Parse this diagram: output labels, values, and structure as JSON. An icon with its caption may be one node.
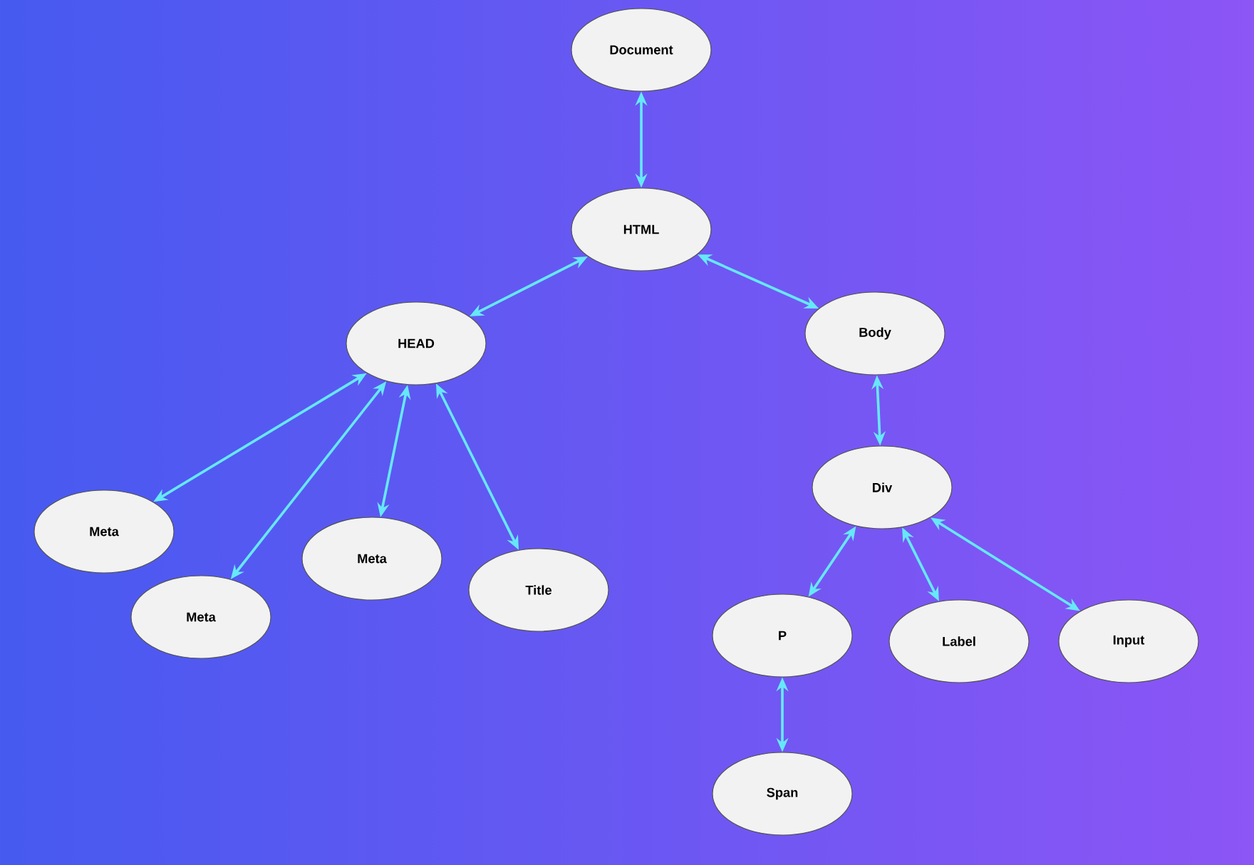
{
  "diagram": {
    "nodes": [
      {
        "text": [
          "Document"
        ]
      },
      {
        "text": [
          "HTML"
        ]
      },
      {
        "text": [
          "HEAD"
        ]
      },
      {
        "text": [
          "Body"
        ]
      },
      {
        "text": [
          "Meta"
        ]
      },
      {
        "text": [
          "Meta"
        ]
      },
      {
        "text": [
          "Meta"
        ]
      },
      {
        "text": [
          "Title"
        ]
      },
      {
        "text": [
          "Div"
        ]
      },
      {
        "text": [
          "P"
        ]
      },
      {
        "text": [
          "Label"
        ]
      },
      {
        "text": [
          "Input"
        ]
      },
      {
        "text": [
          "Span"
        ]
      }
    ],
    "edges": [
      {
        "from": 0,
        "to": 1,
        "arrow": "both"
      },
      {
        "from": 1,
        "to": 2,
        "arrow": "both"
      },
      {
        "from": 1,
        "to": 3,
        "arrow": "both"
      },
      {
        "from": 2,
        "to": 4,
        "arrow": "both"
      },
      {
        "from": 2,
        "to": 5,
        "arrow": "both"
      },
      {
        "from": 2,
        "to": 6,
        "arrow": "both"
      },
      {
        "from": 2,
        "to": 7,
        "arrow": "both"
      },
      {
        "from": 3,
        "to": 8,
        "arrow": "both"
      },
      {
        "from": 8,
        "to": 9,
        "arrow": "both"
      },
      {
        "from": 8,
        "to": 10,
        "arrow": "both"
      },
      {
        "from": 8,
        "to": 11,
        "arrow": "both"
      },
      {
        "from": 9,
        "to": 12,
        "arrow": "both"
      }
    ]
  }
}
